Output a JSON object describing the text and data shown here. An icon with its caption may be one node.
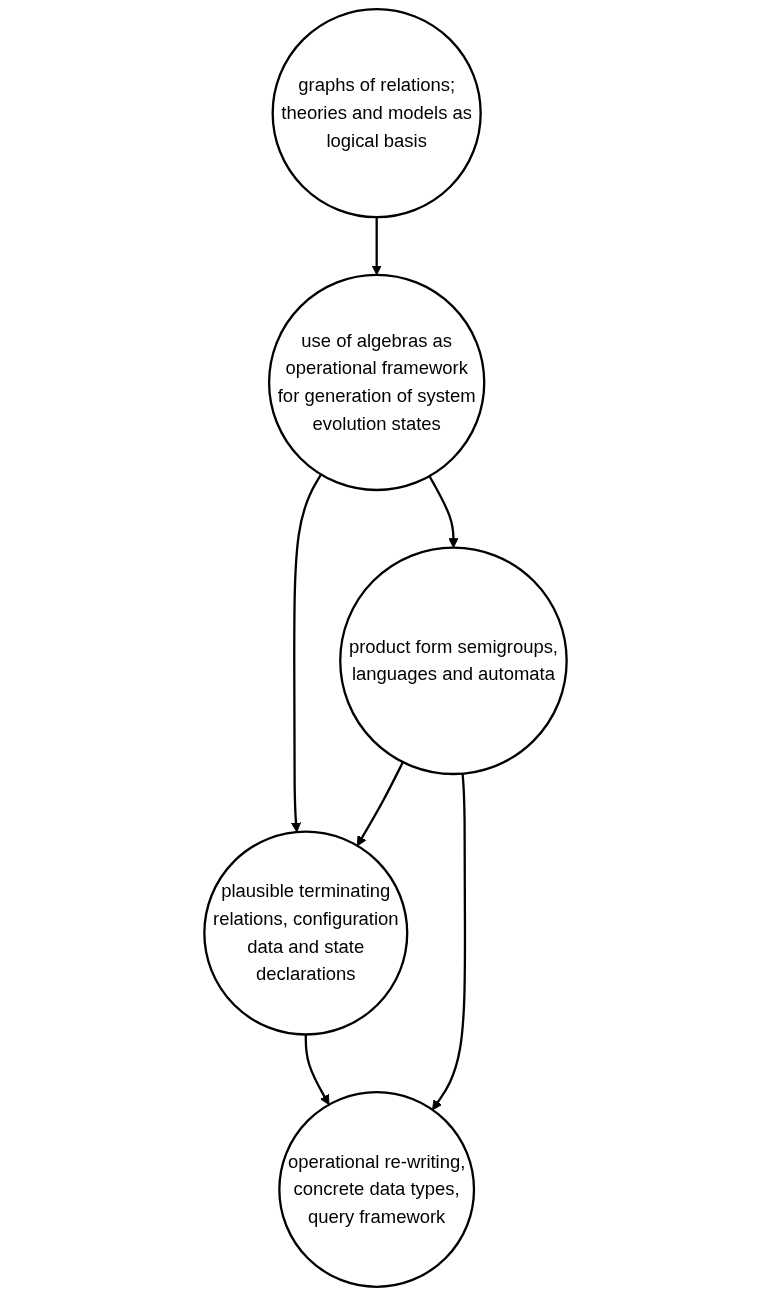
{
  "diagram": {
    "nodes": [
      {
        "text": [
          "graphs of relations; theories and models as logical basis"
        ]
      },
      {
        "text": [
          "use of algebras as operational framework for generation of system evolution states"
        ]
      },
      {
        "text": [
          "plausible terminating relations, configuration data and state declarations"
        ]
      },
      {
        "text": [
          "product form semigroups, languages and automata"
        ]
      },
      {
        "text": [
          "operational re-writing,",
          "concrete data types,",
          "query framework"
        ]
      }
    ],
    "edges": [
      {
        "from": 0,
        "to": 1,
        "arrow": "to"
      },
      {
        "from": 1,
        "to": 2,
        "arrow": "to"
      },
      {
        "from": 1,
        "to": 3,
        "arrow": "to"
      },
      {
        "from": 3,
        "to": 2,
        "arrow": "to"
      },
      {
        "from": 2,
        "to": 4,
        "arrow": "to"
      },
      {
        "from": 3,
        "to": 4,
        "arrow": "to"
      }
    ]
  }
}
